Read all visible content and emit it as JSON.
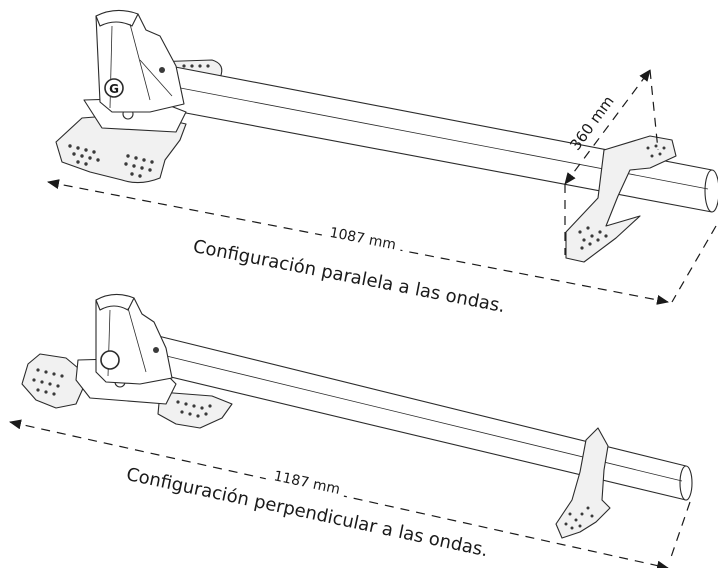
{
  "diagram": {
    "top": {
      "dimension_length": "1087 mm",
      "dimension_height": "360 mm",
      "caption": "Configuración paralela a las ondas."
    },
    "bottom": {
      "dimension_length": "1187 mm",
      "caption": "Configuración perpendicular a las ondas."
    },
    "brand_mark": "G"
  }
}
